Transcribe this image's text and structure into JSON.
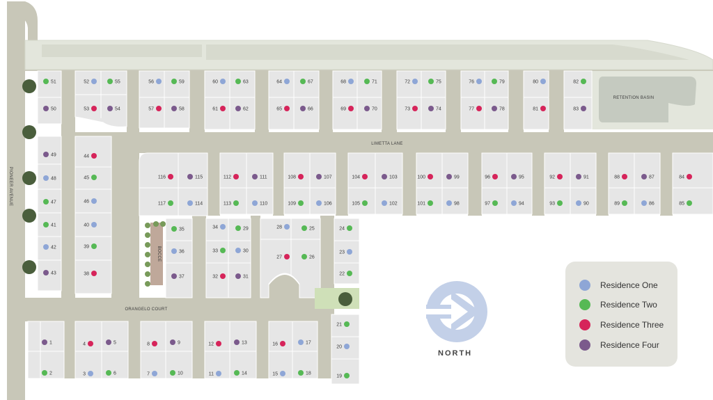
{
  "colors": {
    "residence_one": "#8ea6d6",
    "residence_two": "#56b955",
    "residence_three": "#d6245a",
    "residence_four": "#7b5a8c",
    "road": "#c8c7b8",
    "lot": "#e6e6e6",
    "parkway": "#e3e6dc",
    "tree": "#4a5e3c"
  },
  "streets": {
    "pioneer": "PIONEER AVENUE",
    "limetta": "LIMETTA LANE",
    "orangelo": "ORANGELO COURT",
    "bocce": "BOCCE",
    "retention": "RETENTION BASIN"
  },
  "legend": {
    "items": [
      {
        "label": "Residence One",
        "type": "one"
      },
      {
        "label": "Residence Two",
        "type": "two"
      },
      {
        "label": "Residence Three",
        "type": "three"
      },
      {
        "label": "Residence Four",
        "type": "four"
      }
    ]
  },
  "compass": {
    "label": "NORTH"
  },
  "lots": [
    {
      "n": "1",
      "t": "four"
    },
    {
      "n": "2",
      "t": "two"
    },
    {
      "n": "3",
      "t": "one"
    },
    {
      "n": "4",
      "t": "three"
    },
    {
      "n": "5",
      "t": "four"
    },
    {
      "n": "6",
      "t": "two"
    },
    {
      "n": "7",
      "t": "one"
    },
    {
      "n": "8",
      "t": "three"
    },
    {
      "n": "9",
      "t": "four"
    },
    {
      "n": "10",
      "t": "two"
    },
    {
      "n": "11",
      "t": "one"
    },
    {
      "n": "12",
      "t": "three"
    },
    {
      "n": "13",
      "t": "four"
    },
    {
      "n": "14",
      "t": "two"
    },
    {
      "n": "15",
      "t": "one"
    },
    {
      "n": "16",
      "t": "three"
    },
    {
      "n": "17",
      "t": "one"
    },
    {
      "n": "18",
      "t": "two"
    },
    {
      "n": "19",
      "t": "two"
    },
    {
      "n": "20",
      "t": "one"
    },
    {
      "n": "21",
      "t": "two"
    },
    {
      "n": "22",
      "t": "two"
    },
    {
      "n": "23",
      "t": "one"
    },
    {
      "n": "24",
      "t": "two"
    },
    {
      "n": "25",
      "t": "two"
    },
    {
      "n": "26",
      "t": "two"
    },
    {
      "n": "27",
      "t": "three"
    },
    {
      "n": "28",
      "t": "one"
    },
    {
      "n": "29",
      "t": "two"
    },
    {
      "n": "30",
      "t": "one"
    },
    {
      "n": "31",
      "t": "four"
    },
    {
      "n": "32",
      "t": "three"
    },
    {
      "n": "33",
      "t": "two"
    },
    {
      "n": "34",
      "t": "one"
    },
    {
      "n": "35",
      "t": "two"
    },
    {
      "n": "36",
      "t": "one"
    },
    {
      "n": "37",
      "t": "four"
    },
    {
      "n": "38",
      "t": "three"
    },
    {
      "n": "39",
      "t": "two"
    },
    {
      "n": "40",
      "t": "one"
    },
    {
      "n": "41",
      "t": "two"
    },
    {
      "n": "42",
      "t": "one"
    },
    {
      "n": "43",
      "t": "four"
    },
    {
      "n": "44",
      "t": "three"
    },
    {
      "n": "45",
      "t": "two"
    },
    {
      "n": "46",
      "t": "one"
    },
    {
      "n": "47",
      "t": "two"
    },
    {
      "n": "48",
      "t": "one"
    },
    {
      "n": "49",
      "t": "four"
    },
    {
      "n": "50",
      "t": "four"
    },
    {
      "n": "51",
      "t": "two"
    },
    {
      "n": "52",
      "t": "one"
    },
    {
      "n": "53",
      "t": "three"
    },
    {
      "n": "54",
      "t": "four"
    },
    {
      "n": "55",
      "t": "two"
    },
    {
      "n": "56",
      "t": "one"
    },
    {
      "n": "57",
      "t": "three"
    },
    {
      "n": "58",
      "t": "four"
    },
    {
      "n": "59",
      "t": "two"
    },
    {
      "n": "60",
      "t": "one"
    },
    {
      "n": "61",
      "t": "three"
    },
    {
      "n": "62",
      "t": "four"
    },
    {
      "n": "63",
      "t": "two"
    },
    {
      "n": "64",
      "t": "one"
    },
    {
      "n": "65",
      "t": "three"
    },
    {
      "n": "66",
      "t": "four"
    },
    {
      "n": "67",
      "t": "two"
    },
    {
      "n": "68",
      "t": "one"
    },
    {
      "n": "69",
      "t": "three"
    },
    {
      "n": "70",
      "t": "four"
    },
    {
      "n": "71",
      "t": "two"
    },
    {
      "n": "72",
      "t": "one"
    },
    {
      "n": "73",
      "t": "three"
    },
    {
      "n": "74",
      "t": "four"
    },
    {
      "n": "75",
      "t": "two"
    },
    {
      "n": "76",
      "t": "one"
    },
    {
      "n": "77",
      "t": "three"
    },
    {
      "n": "78",
      "t": "four"
    },
    {
      "n": "79",
      "t": "two"
    },
    {
      "n": "80",
      "t": "one"
    },
    {
      "n": "81",
      "t": "three"
    },
    {
      "n": "82",
      "t": "two"
    },
    {
      "n": "83",
      "t": "four"
    },
    {
      "n": "84",
      "t": "three"
    },
    {
      "n": "85",
      "t": "two"
    },
    {
      "n": "86",
      "t": "one"
    },
    {
      "n": "87",
      "t": "four"
    },
    {
      "n": "88",
      "t": "three"
    },
    {
      "n": "89",
      "t": "two"
    },
    {
      "n": "90",
      "t": "one"
    },
    {
      "n": "91",
      "t": "four"
    },
    {
      "n": "92",
      "t": "three"
    },
    {
      "n": "93",
      "t": "two"
    },
    {
      "n": "94",
      "t": "one"
    },
    {
      "n": "95",
      "t": "four"
    },
    {
      "n": "96",
      "t": "three"
    },
    {
      "n": "97",
      "t": "two"
    },
    {
      "n": "98",
      "t": "one"
    },
    {
      "n": "99",
      "t": "four"
    },
    {
      "n": "100",
      "t": "three"
    },
    {
      "n": "101",
      "t": "two"
    },
    {
      "n": "102",
      "t": "one"
    },
    {
      "n": "103",
      "t": "four"
    },
    {
      "n": "104",
      "t": "three"
    },
    {
      "n": "105",
      "t": "two"
    },
    {
      "n": "106",
      "t": "one"
    },
    {
      "n": "107",
      "t": "four"
    },
    {
      "n": "108",
      "t": "three"
    },
    {
      "n": "109",
      "t": "two"
    },
    {
      "n": "110",
      "t": "one"
    },
    {
      "n": "111",
      "t": "four"
    },
    {
      "n": "112",
      "t": "three"
    },
    {
      "n": "113",
      "t": "two"
    },
    {
      "n": "114",
      "t": "one"
    },
    {
      "n": "115",
      "t": "four"
    },
    {
      "n": "116",
      "t": "three"
    },
    {
      "n": "117",
      "t": "two"
    }
  ]
}
